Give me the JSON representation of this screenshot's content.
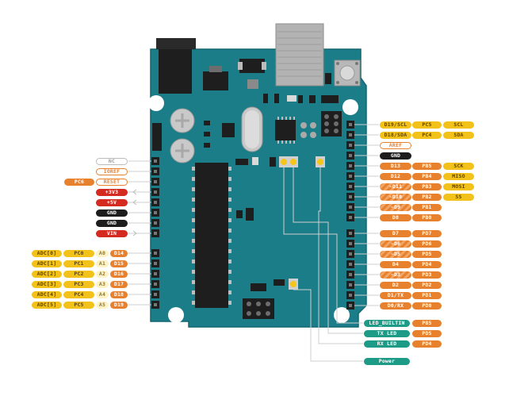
{
  "colors": {
    "board": "#1a7d88",
    "board_dark": "#0f5f68",
    "yellow": "#f3c21a",
    "orange": "#e8812e",
    "red": "#d42a20",
    "black": "#1d1d1d",
    "teal": "#1d9b86",
    "wire": "#cfcfcf"
  },
  "left_power_pins": [
    {
      "id": "nc",
      "text": "NC",
      "style": "white"
    },
    {
      "id": "ioref",
      "text": "IOREF",
      "style": "white-o"
    },
    {
      "id": "reset",
      "text": "RESET",
      "style": "white-o",
      "extra": {
        "text": "PC6",
        "style": "orange"
      }
    },
    {
      "id": "3v3",
      "text": "+3V3",
      "style": "red"
    },
    {
      "id": "5v",
      "text": "+5V",
      "style": "red"
    },
    {
      "id": "gnd1",
      "text": "GND",
      "style": "black"
    },
    {
      "id": "gnd2",
      "text": "GND",
      "style": "black"
    },
    {
      "id": "vin",
      "text": "VIN",
      "style": "red"
    }
  ],
  "left_analog_pins": [
    {
      "adc": "ADC[0]",
      "port": "PC0",
      "a": "A0",
      "d": "D14"
    },
    {
      "adc": "ADC[1]",
      "port": "PC1",
      "a": "A1",
      "d": "D15"
    },
    {
      "adc": "ADC[2]",
      "port": "PC2",
      "a": "A2",
      "d": "D16"
    },
    {
      "adc": "ADC[3]",
      "port": "PC3",
      "a": "A3",
      "d": "D17"
    },
    {
      "adc": "ADC[4]",
      "port": "PC4",
      "a": "A4",
      "d": "D18"
    },
    {
      "adc": "ADC[5]",
      "port": "PC5",
      "a": "A5",
      "d": "D19"
    }
  ],
  "right_top_pins": [
    {
      "id": "d19",
      "pin": "D19/SCL",
      "port": "PC5",
      "func": "SCL"
    },
    {
      "id": "d18",
      "pin": "D18/SDA",
      "port": "PC4",
      "func": "SDA"
    },
    {
      "id": "aref",
      "pin": "AREF",
      "style": "white-o"
    },
    {
      "id": "gnd",
      "pin": "GND",
      "style": "black"
    },
    {
      "id": "d13",
      "pin": "D13",
      "port": "PB5",
      "func": "SCK"
    },
    {
      "id": "d12",
      "pin": "D12",
      "port": "PB4",
      "func": "MISO"
    },
    {
      "id": "d11",
      "pin": "~D11",
      "port": "PB3",
      "func": "MOSI"
    },
    {
      "id": "d10",
      "pin": "~D10",
      "port": "PB2",
      "func": "SS"
    },
    {
      "id": "d9",
      "pin": "~D9",
      "port": "PB1"
    },
    {
      "id": "d8",
      "pin": "D8",
      "port": "PB0"
    }
  ],
  "right_bottom_pins": [
    {
      "id": "d7",
      "pin": "D7",
      "port": "PD7"
    },
    {
      "id": "d6",
      "pin": "~D6",
      "port": "PD6"
    },
    {
      "id": "d5",
      "pin": "~D5",
      "port": "PD5"
    },
    {
      "id": "d4",
      "pin": "D4",
      "port": "PD4"
    },
    {
      "id": "d3",
      "pin": "~D3",
      "port": "PD3"
    },
    {
      "id": "d2",
      "pin": "D2",
      "port": "PD2"
    },
    {
      "id": "d1",
      "pin": "D1/TX",
      "port": "PD1"
    },
    {
      "id": "d0",
      "pin": "D0/RX",
      "port": "PD0"
    }
  ],
  "led_labels": [
    {
      "id": "led-builtin",
      "name": "LED_BUILTIN",
      "port": "PB5"
    },
    {
      "id": "tx-led",
      "name": "TX LED",
      "port": "PD5"
    },
    {
      "id": "rx-led",
      "name": "RX LED",
      "port": "PD4"
    }
  ],
  "power_led": {
    "name": "Power"
  }
}
